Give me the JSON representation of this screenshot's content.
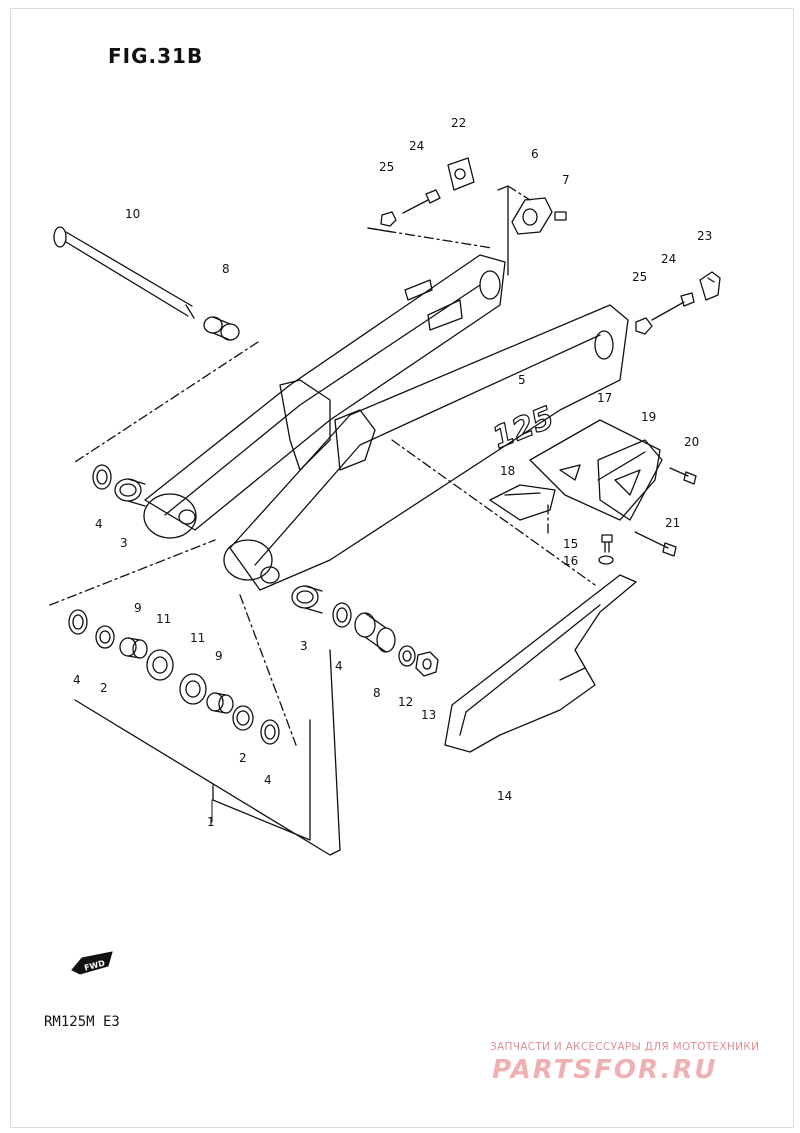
{
  "figure": {
    "title": "FIG.31B",
    "model": "RM125M  E3"
  },
  "watermark": {
    "tagline": "ЗАПЧАСТИ И АКСЕССУАРЫ ДЛЯ МОТОТЕХНИКИ",
    "logo": "PARTSFOR.RU"
  },
  "fwd_label": "FWD",
  "swingarm_marking": "125",
  "part_labels": {
    "p1": "1",
    "p2a": "2",
    "p2b": "2",
    "p3a": "3",
    "p3b": "3",
    "p4a": "4",
    "p4b": "4",
    "p4c": "4",
    "p4d": "4",
    "p5": "5",
    "p6": "6",
    "p7": "7",
    "p8a": "8",
    "p8b": "8",
    "p9a": "9",
    "p9b": "9",
    "p10": "10",
    "p11a": "11",
    "p11b": "11",
    "p12": "12",
    "p13": "13",
    "p14": "14",
    "p15": "15",
    "p16": "16",
    "p17": "17",
    "p18": "18",
    "p19": "19",
    "p20": "20",
    "p21": "21",
    "p22": "22",
    "p23": "23",
    "p24a": "24",
    "p24b": "24",
    "p25a": "25",
    "p25b": "25"
  },
  "colors": {
    "line": "#111111",
    "watermark": "#e08f91"
  }
}
